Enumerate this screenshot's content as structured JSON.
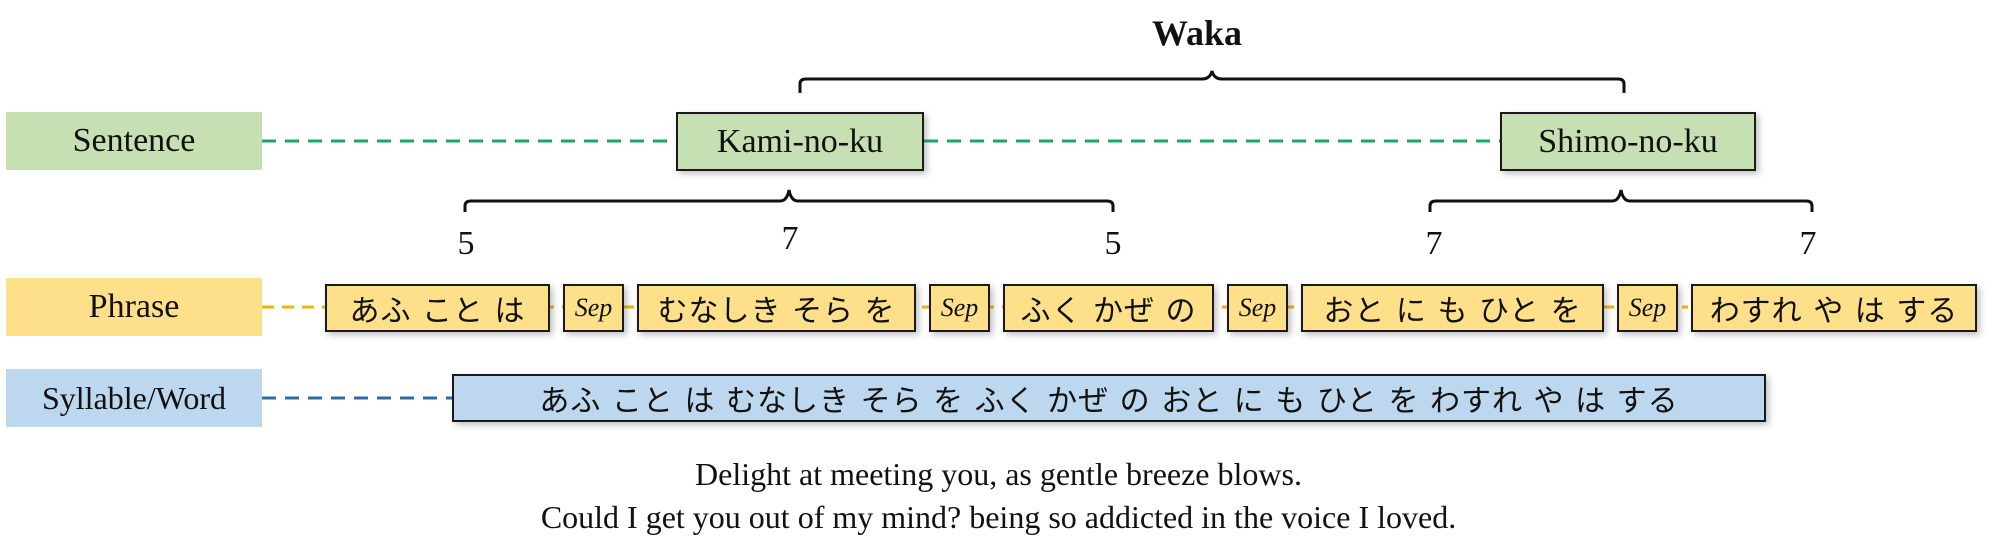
{
  "title": "Waka",
  "colors": {
    "sentence_fill": "#c6e0b4",
    "sentence_line": "#1aa860",
    "phrase_fill": "#ffe08a",
    "phrase_line": "#f0b400",
    "syllable_fill": "#bdd7ee",
    "syllable_line": "#2e6da4"
  },
  "rows": {
    "sentence": "Sentence",
    "phrase": "Phrase",
    "syllable": "Syllable/Word"
  },
  "sentence": {
    "kami": "Kami-no-ku",
    "shimo": "Shimo-no-ku"
  },
  "counts": [
    "5",
    "7",
    "5",
    "7",
    "7"
  ],
  "phrases": [
    "あふ こと は",
    "むなしき そら を",
    "ふく かぜ の",
    "おと に も ひと を",
    "わすれ や は する"
  ],
  "separator": "Sep",
  "syllables": "あふ こと は むなしき そら を ふく かぜ の おと に も ひと を わすれ や は する",
  "translation": {
    "line1": "Delight at meeting you, as gentle breeze blows.",
    "line2": "Could I get you out of my mind? being so addicted in the voice I loved."
  }
}
